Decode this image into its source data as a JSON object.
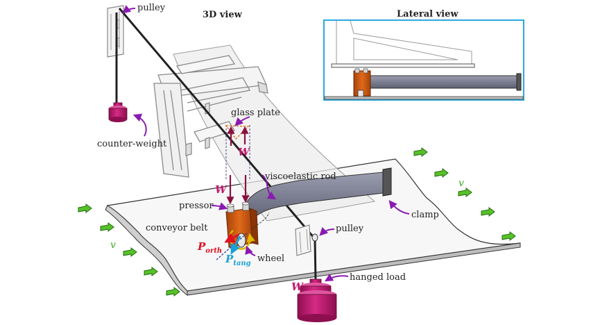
{
  "titles": {
    "main": "3D view",
    "inset": "Lateral view"
  },
  "labels": {
    "pulley_top": "pulley",
    "pulley_bottom": "pulley",
    "counter_weight": "counter-weight",
    "glass_plate": "glass plate",
    "viscoelastic_rod": "viscoelastic rod",
    "pressor": "pressor",
    "clamp": "clamp",
    "conveyor_belt": "conveyor belt",
    "wheel": "wheel",
    "hanged_load": "hanged load"
  },
  "symbols": {
    "W": "W",
    "v": "v",
    "P": "P",
    "orth": "orth",
    "tang": "tang"
  },
  "colors": {
    "label_arrow": "#8a1ab0",
    "weight": "#c2186b",
    "velocity": "#3aa81a",
    "orth": "#e01020",
    "tang": "#1aa0d8",
    "pressor": "#d95f10",
    "rod": "#7a7d90",
    "inset_border": "#29a9e0"
  },
  "icons": [
    "velocity-arrow-icon",
    "force-arrow-icon",
    "rotation-arrow-icon"
  ]
}
